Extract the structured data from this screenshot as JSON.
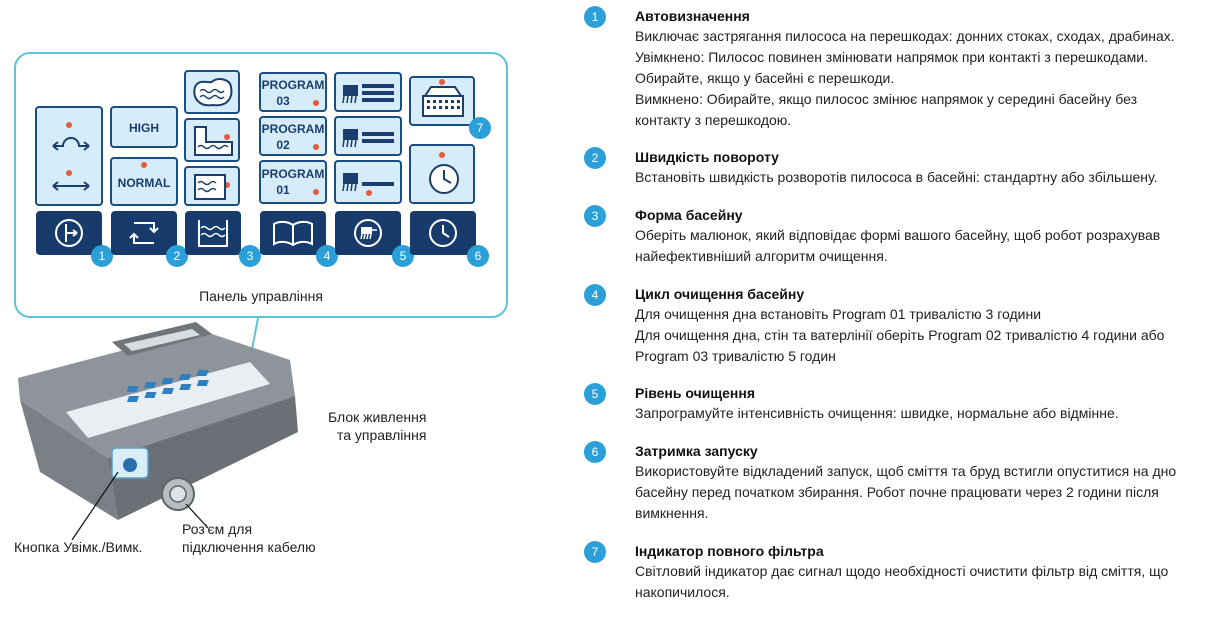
{
  "colors": {
    "accent": "#2b9fd8",
    "panel_border": "#5ec3d6",
    "button_dark": "#173c6b",
    "button_light": "#d6ecf8",
    "indicator": "#e35b3c"
  },
  "panel": {
    "caption": "Панель управління",
    "speed_high": "HIGH",
    "speed_normal": "NORMAL",
    "program_03": [
      "PROGRAM",
      "03"
    ],
    "program_02": [
      "PROGRAM",
      "02"
    ],
    "program_01": [
      "PROGRAM",
      "01"
    ],
    "numbers": [
      "1",
      "2",
      "3",
      "4",
      "5",
      "6",
      "7"
    ]
  },
  "device": {
    "power_unit_label": [
      "Блок живлення",
      "та управління"
    ],
    "power_button_label": "Кнопка Увімк./Вимк.",
    "cable_label": [
      "Роз'єм для",
      "підключення кабелю"
    ]
  },
  "items": [
    {
      "number": "1",
      "title": "Автовизначення",
      "lines": [
        "Виключає застрягання пилососа на перешкодах: донних стоках, сходах, драбинах.",
        "Увімкнено: Пилосос повинен змінювати напрямок при контакті з перешкодами.",
        "Обирайте, якщо у басейні є перешкоди.",
        "Вимкнено: Обирайте, якщо пилосос змінює напрямок у середині басейну без",
        "контакту з перешкодою."
      ]
    },
    {
      "number": "2",
      "title": "Швидкість повороту",
      "lines": [
        "Встановіть швидкість розворотів пилососа в басейні: стандартну або збільшену."
      ]
    },
    {
      "number": "3",
      "title": "Форма басейну",
      "lines": [
        "Оберіть малюнок, який відповідає формі вашого басейну, щоб робот розрахував",
        "найефективніший алгоритм очищення."
      ]
    },
    {
      "number": "4",
      "title": "Цикл очищення басейну",
      "lines": [
        "Для очищення дна встановіть Program 01 тривалістю 3 години",
        "Для очищення дна, стін та ватерлінії оберіть Program 02 тривалістю 4 години або",
        "Program 03 тривалістю 5 годин"
      ]
    },
    {
      "number": "5",
      "title": "Рівень очищення",
      "lines": [
        "Запрограмуйте інтенсивність очищення: швидке, нормальне або відмінне."
      ]
    },
    {
      "number": "6",
      "title": "Затримка запуску",
      "lines": [
        "Використовуйте відкладений запуск, щоб сміття та бруд встигли опуститися на дно",
        "басейну перед початком збирання. Робот почне працювати через 2 години після",
        "вимкнення."
      ]
    },
    {
      "number": "7",
      "title": "Індикатор повного фільтра",
      "lines": [
        "Світловий індикатор дає сигнал щодо необхідності очистити фільтр від сміття, що",
        "накопичилося."
      ]
    }
  ]
}
